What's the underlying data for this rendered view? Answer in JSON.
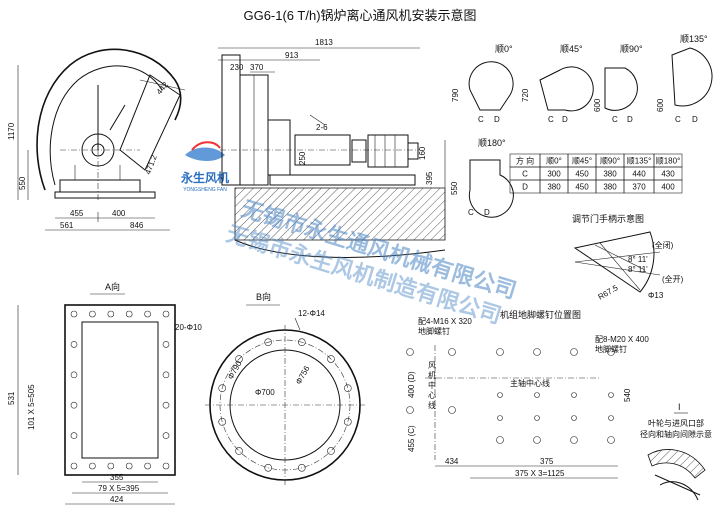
{
  "title": "GG6-1(6 T/h)锅炉离心通风机安装示意图",
  "watermark": {
    "logo_text": "永生风机",
    "logo_sub": "YONGSHENG FAN",
    "line1": "无锡市永生通风机械有限公司",
    "line2": "无锡市永生风机制造有限公司"
  },
  "dims_front": {
    "d442": "442",
    "d1170": "1170",
    "d550": "550",
    "d471": "471.2",
    "d455": "455",
    "d400": "400",
    "d561": "561",
    "d846": "846"
  },
  "dims_side": {
    "d1813": "1813",
    "d230": "230",
    "d370": "370",
    "d913": "913",
    "d250": "250",
    "d26": "2-6",
    "d160": "160",
    "d395": "395"
  },
  "orientation": {
    "labels": [
      "顺0°",
      "顺45°",
      "顺90°",
      "顺135°",
      "顺180°"
    ],
    "d790": "790",
    "d720": "720",
    "d600": "600",
    "d550": "550",
    "c": "C",
    "dd": "D"
  },
  "orient_table": {
    "header": [
      "方 向",
      "顺0°",
      "顺45°",
      "顺90°",
      "顺135°",
      "顺180°"
    ],
    "rows": [
      [
        "C",
        "300",
        "450",
        "380",
        "440",
        "430"
      ],
      [
        "D",
        "380",
        "450",
        "380",
        "370",
        "400"
      ]
    ]
  },
  "handle": {
    "title": "调节门手柄示意图",
    "full_close": "(全闭)",
    "a1": "8° 11'",
    "a2": "8° 11'",
    "full_open": "(全开)",
    "phi": "Φ13",
    "r": "R67.5"
  },
  "view_a": {
    "title": "A向",
    "holes": "20-Φ10",
    "d531": "531",
    "d505": "101 X 5=505",
    "d355": "355",
    "d395": "79 X 5=395",
    "d424": "424"
  },
  "view_b": {
    "title": "B向",
    "holes": "12-Φ14",
    "d790": "Φ790",
    "d756": "Φ756",
    "d700": "Φ700"
  },
  "bolts": {
    "title": "机组地脚螺钉位置图",
    "b1": "配4-M16 X 320",
    "b1s": "地脚螺钉",
    "b2": "配8-M20 X 400",
    "b2s": "地脚螺钉",
    "fan_center": "风机中心线",
    "shaft_center": "主轴中心线",
    "d400d": "400 (D)",
    "d455c": "455 (C)",
    "d540": "540",
    "d434": "434",
    "d375": "375",
    "d1125": "375 X 3=1125"
  },
  "detail_i": {
    "mark": "I",
    "line1": "叶轮与进风口部",
    "line2": "径向和轴向间隙示意"
  }
}
